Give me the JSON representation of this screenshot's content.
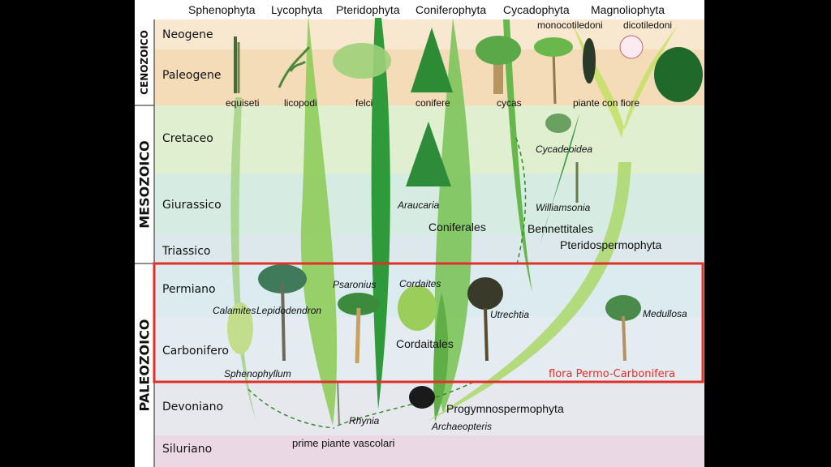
{
  "colors": {
    "cenozoico_band": "#f7e3c6",
    "mesozoico_band": "#e0efd0",
    "giurassico_band": "#d6ebe2",
    "triassico_band": "#dde8ec",
    "permo_band": "#dcebf0",
    "devoniano_band": "#e6e8ee",
    "siluriano_band": "#ead9e4",
    "highlight_box": "#e0302a",
    "lineage_light": "#b9df7a",
    "lineage_mid": "#7fc45a",
    "lineage_dark": "#2e8b2e"
  },
  "headers": {
    "sphenophyta": "Sphenophyta",
    "lycophyta": "Lycophyta",
    "pteridophyta": "Pteridophyta",
    "coniferophyta": "Coniferophyta",
    "cycadophyta": "Cycadophyta",
    "magnoliophyta": "Magnoliophyta"
  },
  "eras": {
    "cenozoico": "CENOZOICO",
    "mesozoico": "MESOZOICO",
    "paleozoico": "PALEOZOICO"
  },
  "periods": {
    "neogene": "Neogene",
    "paleogene": "Paleogene",
    "cretaceo": "Cretaceo",
    "giurassico": "Giurassico",
    "triassico": "Triassico",
    "permiano": "Permiano",
    "carbonifero": "Carbonifero",
    "devoniano": "Devoniano",
    "siluriano": "Siluriano"
  },
  "labels": {
    "monocotiledoni": "monocotiledoni",
    "dicotiledoni": "dicotiledoni",
    "equiseti": "equiseti",
    "licopodi": "licopodi",
    "felci": "felci",
    "conifere": "conifere",
    "cycas": "cycas",
    "piante_con_fiore": "piante con fiore",
    "cycadeoidea": "Cycadeoidea",
    "williamsonia": "Williamsonia",
    "araucaria": "Araucaria",
    "coniferales": "Coniferales",
    "bennettitales": "Bennettitales",
    "pteridospermophyta": "Pteridospermophyta",
    "psaronius": "Psaronius",
    "cordaites": "Cordaites",
    "calamites": "Calamites",
    "lepidodendron": "Lepidodendron",
    "utrechtia": "Utrechtia",
    "medullosa": "Medullosa",
    "cordaitales": "Cordaitales",
    "sphenophyllum": "Sphenophyllum",
    "flora_permo_carbonifera": "flora Permo-Carbonifera",
    "rhynia": "Rhynia",
    "progymnospermophyta": "Progymnospermophyta",
    "archaeopteris": "Archaeopteris",
    "prime_piante_vascolari": "prime piante vascolari"
  }
}
